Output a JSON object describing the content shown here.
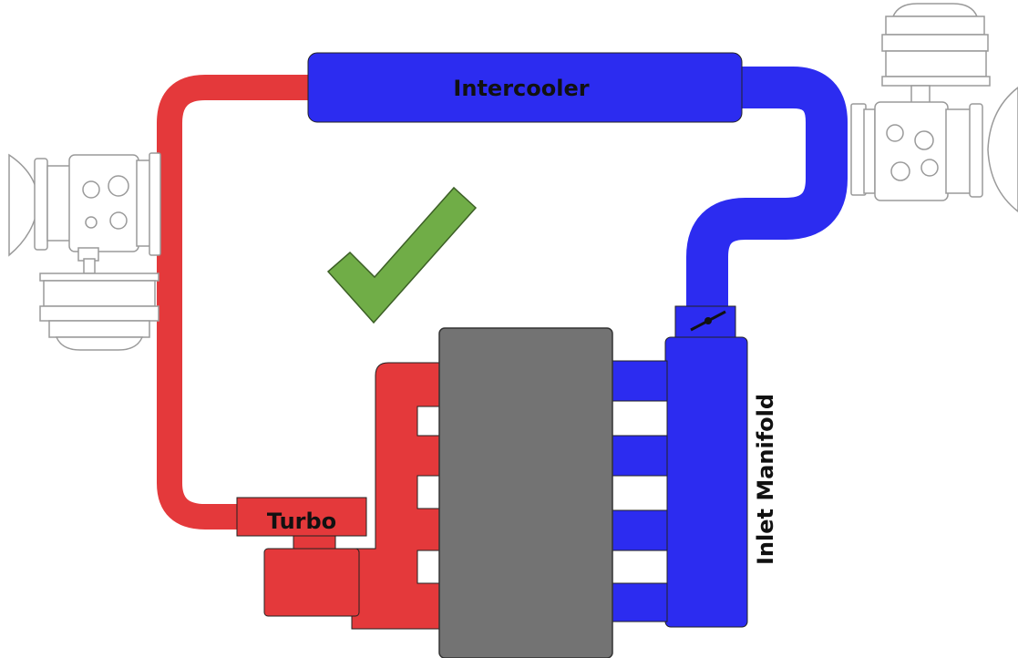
{
  "labels": {
    "intercooler": "Intercooler",
    "turbo": "Turbo",
    "inlet_manifold": "Inlet Manifold"
  },
  "colors": {
    "hot_side": "#e4393b",
    "cold_side": "#2c2cf0",
    "engine_block": "#737373",
    "checkmark": "#70ad47",
    "valve_line": "#9a9a9a"
  },
  "icons": {
    "checkmark": "checkmark-icon",
    "valve_left": "blow-off-valve-icon",
    "valve_right": "blow-off-valve-icon",
    "throttle": "throttle-body-icon"
  }
}
